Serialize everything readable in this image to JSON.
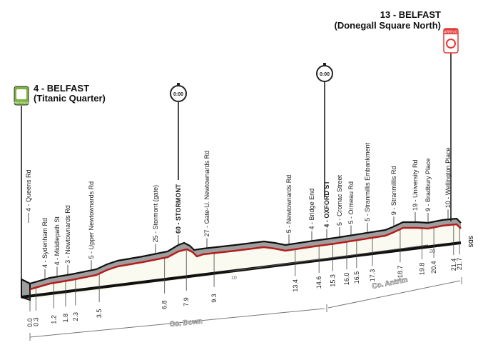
{
  "start": {
    "line1": "4 - BELFAST",
    "line2": "(Titanic Quarter)",
    "icon": "partenza-flag-icon",
    "icon_text": "PARTENZA",
    "color": "#7cb342"
  },
  "finish": {
    "line1": "13 - BELFAST",
    "line2": "(Donegall Square North)",
    "icon": "arrivo-flag-icon",
    "icon_text": "ARRIVO",
    "color": "#e53935"
  },
  "timers": [
    {
      "label": "0:00"
    },
    {
      "label": "0:00"
    }
  ],
  "places": [
    {
      "text": "4 - Queens Rd",
      "bold": false
    },
    {
      "text": "4 - Sydenham Rd",
      "bold": false
    },
    {
      "text": "4 - Middlepath St",
      "bold": false
    },
    {
      "text": "3 - Newtownards Rd",
      "bold": false
    },
    {
      "text": "5 - Upper Newtownards Rd",
      "bold": false
    },
    {
      "text": "25 - Stormont (gate)",
      "bold": false
    },
    {
      "text": "60 - STORMONT",
      "bold": true
    },
    {
      "text": "27 - Gate-U. Newtownards Rd",
      "bold": false
    },
    {
      "text": "5 - Newtownards Rd",
      "bold": false
    },
    {
      "text": "4 - Bridge End",
      "bold": false
    },
    {
      "text": "4 - OXFORD ST",
      "bold": true
    },
    {
      "text": "5 - Cromac Street",
      "bold": false
    },
    {
      "text": "5 - Ormeau Rd",
      "bold": false
    },
    {
      "text": "5 - Stranmillis Embankment",
      "bold": false
    },
    {
      "text": "9 - Stranmillis Rd",
      "bold": false
    },
    {
      "text": "19 - University Rd",
      "bold": false
    },
    {
      "text": "9 - Bradbury Place",
      "bold": false
    },
    {
      "text": "10 - Wellington Place",
      "bold": false
    }
  ],
  "km_marks": [
    "0.0",
    "0.3",
    "1.2",
    "1.8",
    "2.3",
    "3.5",
    "6.8",
    "7.9",
    "9.3",
    "13.4",
    "14.6",
    "15.3",
    "16.0",
    "16.5",
    "17.3",
    "18.7",
    "19.8",
    "20.4",
    "21.4",
    "21.7"
  ],
  "distance_ticks": [
    "10",
    "20"
  ],
  "regions": [
    {
      "name": "Co. Down"
    },
    {
      "name": "Co. Antrim"
    }
  ],
  "sponsor": "SDS",
  "colors": {
    "profile_fill": "#9e9e9e",
    "route_line": "#b71c1c",
    "ground": "#fbfaf0"
  }
}
